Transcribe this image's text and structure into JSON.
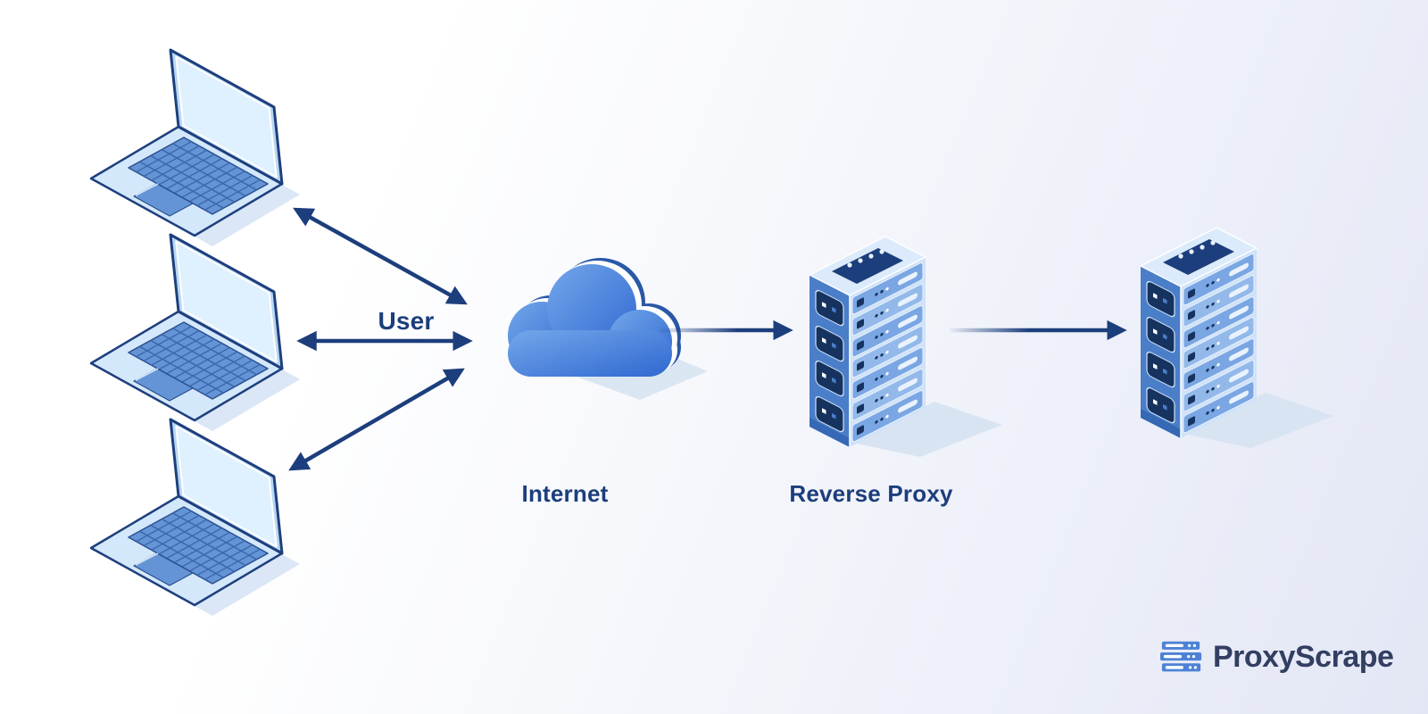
{
  "diagram": {
    "type": "reverse-proxy-network-architecture",
    "labels": {
      "user": "User",
      "internet": "Internet",
      "reverse_proxy": "Reverse Proxy"
    },
    "nodes": [
      {
        "id": "laptop-1",
        "kind": "laptop",
        "group": "user-devices"
      },
      {
        "id": "laptop-2",
        "kind": "laptop",
        "group": "user-devices"
      },
      {
        "id": "laptop-3",
        "kind": "laptop",
        "group": "user-devices"
      },
      {
        "id": "internet-cloud",
        "kind": "cloud",
        "label": "Internet"
      },
      {
        "id": "reverse-proxy-server",
        "kind": "server-rack",
        "label": "Reverse Proxy"
      },
      {
        "id": "origin-server",
        "kind": "server-rack",
        "label": ""
      }
    ],
    "connections": [
      {
        "from": "laptop-1",
        "to": "internet-cloud",
        "direction": "bidirectional"
      },
      {
        "from": "laptop-2",
        "to": "internet-cloud",
        "direction": "bidirectional",
        "label": "User"
      },
      {
        "from": "laptop-3",
        "to": "internet-cloud",
        "direction": "bidirectional"
      },
      {
        "from": "internet-cloud",
        "to": "reverse-proxy-server",
        "direction": "unidirectional"
      },
      {
        "from": "reverse-proxy-server",
        "to": "origin-server",
        "direction": "unidirectional"
      }
    ],
    "colors": {
      "arrow": "#1c3e7c",
      "label_text": "#1c3e7c",
      "cloud_gradient_light": "#74a7ea",
      "cloud_gradient_dark": "#2f68d1",
      "cloud_extrusion": "#2a58a6",
      "illustration_light": "#d4e8fb",
      "illustration_mid": "#6494d6",
      "illustration_navy": "#1e3f7e",
      "server_side": "#4b7ec8",
      "shadow": "#dbe6f3",
      "background_start": "#ffffff",
      "background_end": "#e3e7f5"
    }
  },
  "branding": {
    "name": "ProxyScrape",
    "icon": "server-stack-icon",
    "icon_color": "#4d82d6",
    "text_color": "#323e62"
  }
}
